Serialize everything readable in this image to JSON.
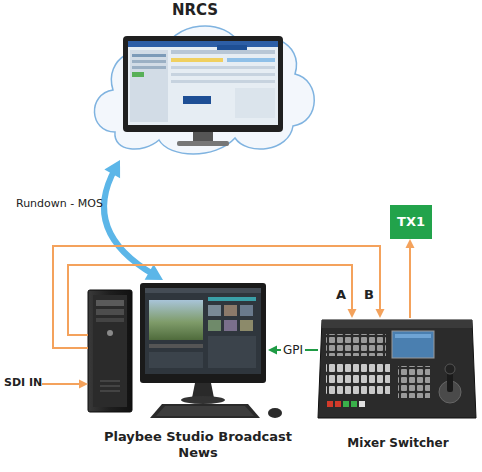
{
  "diagram": {
    "nodes": [
      {
        "text": [
          "NRCS"
        ]
      },
      {
        "text": [
          "TX1"
        ]
      },
      {
        "text": [
          "Playbee Studio Broadcast News"
        ]
      },
      {
        "text": [
          "Mixer Switcher"
        ]
      }
    ],
    "edges": [
      {
        "from": 0,
        "to": 2,
        "arrow": "both",
        "label": "Rundown - MOS"
      },
      {
        "from": 2,
        "to": 3,
        "arrow": "to",
        "label": "A"
      },
      {
        "from": 2,
        "to": 3,
        "arrow": "to",
        "label": "B"
      },
      {
        "from": 3,
        "to": 2,
        "arrow": "to",
        "label": "GPI"
      },
      {
        "from": 3,
        "to": 1,
        "arrow": "to"
      }
    ],
    "labels": [
      "SDI IN"
    ]
  }
}
